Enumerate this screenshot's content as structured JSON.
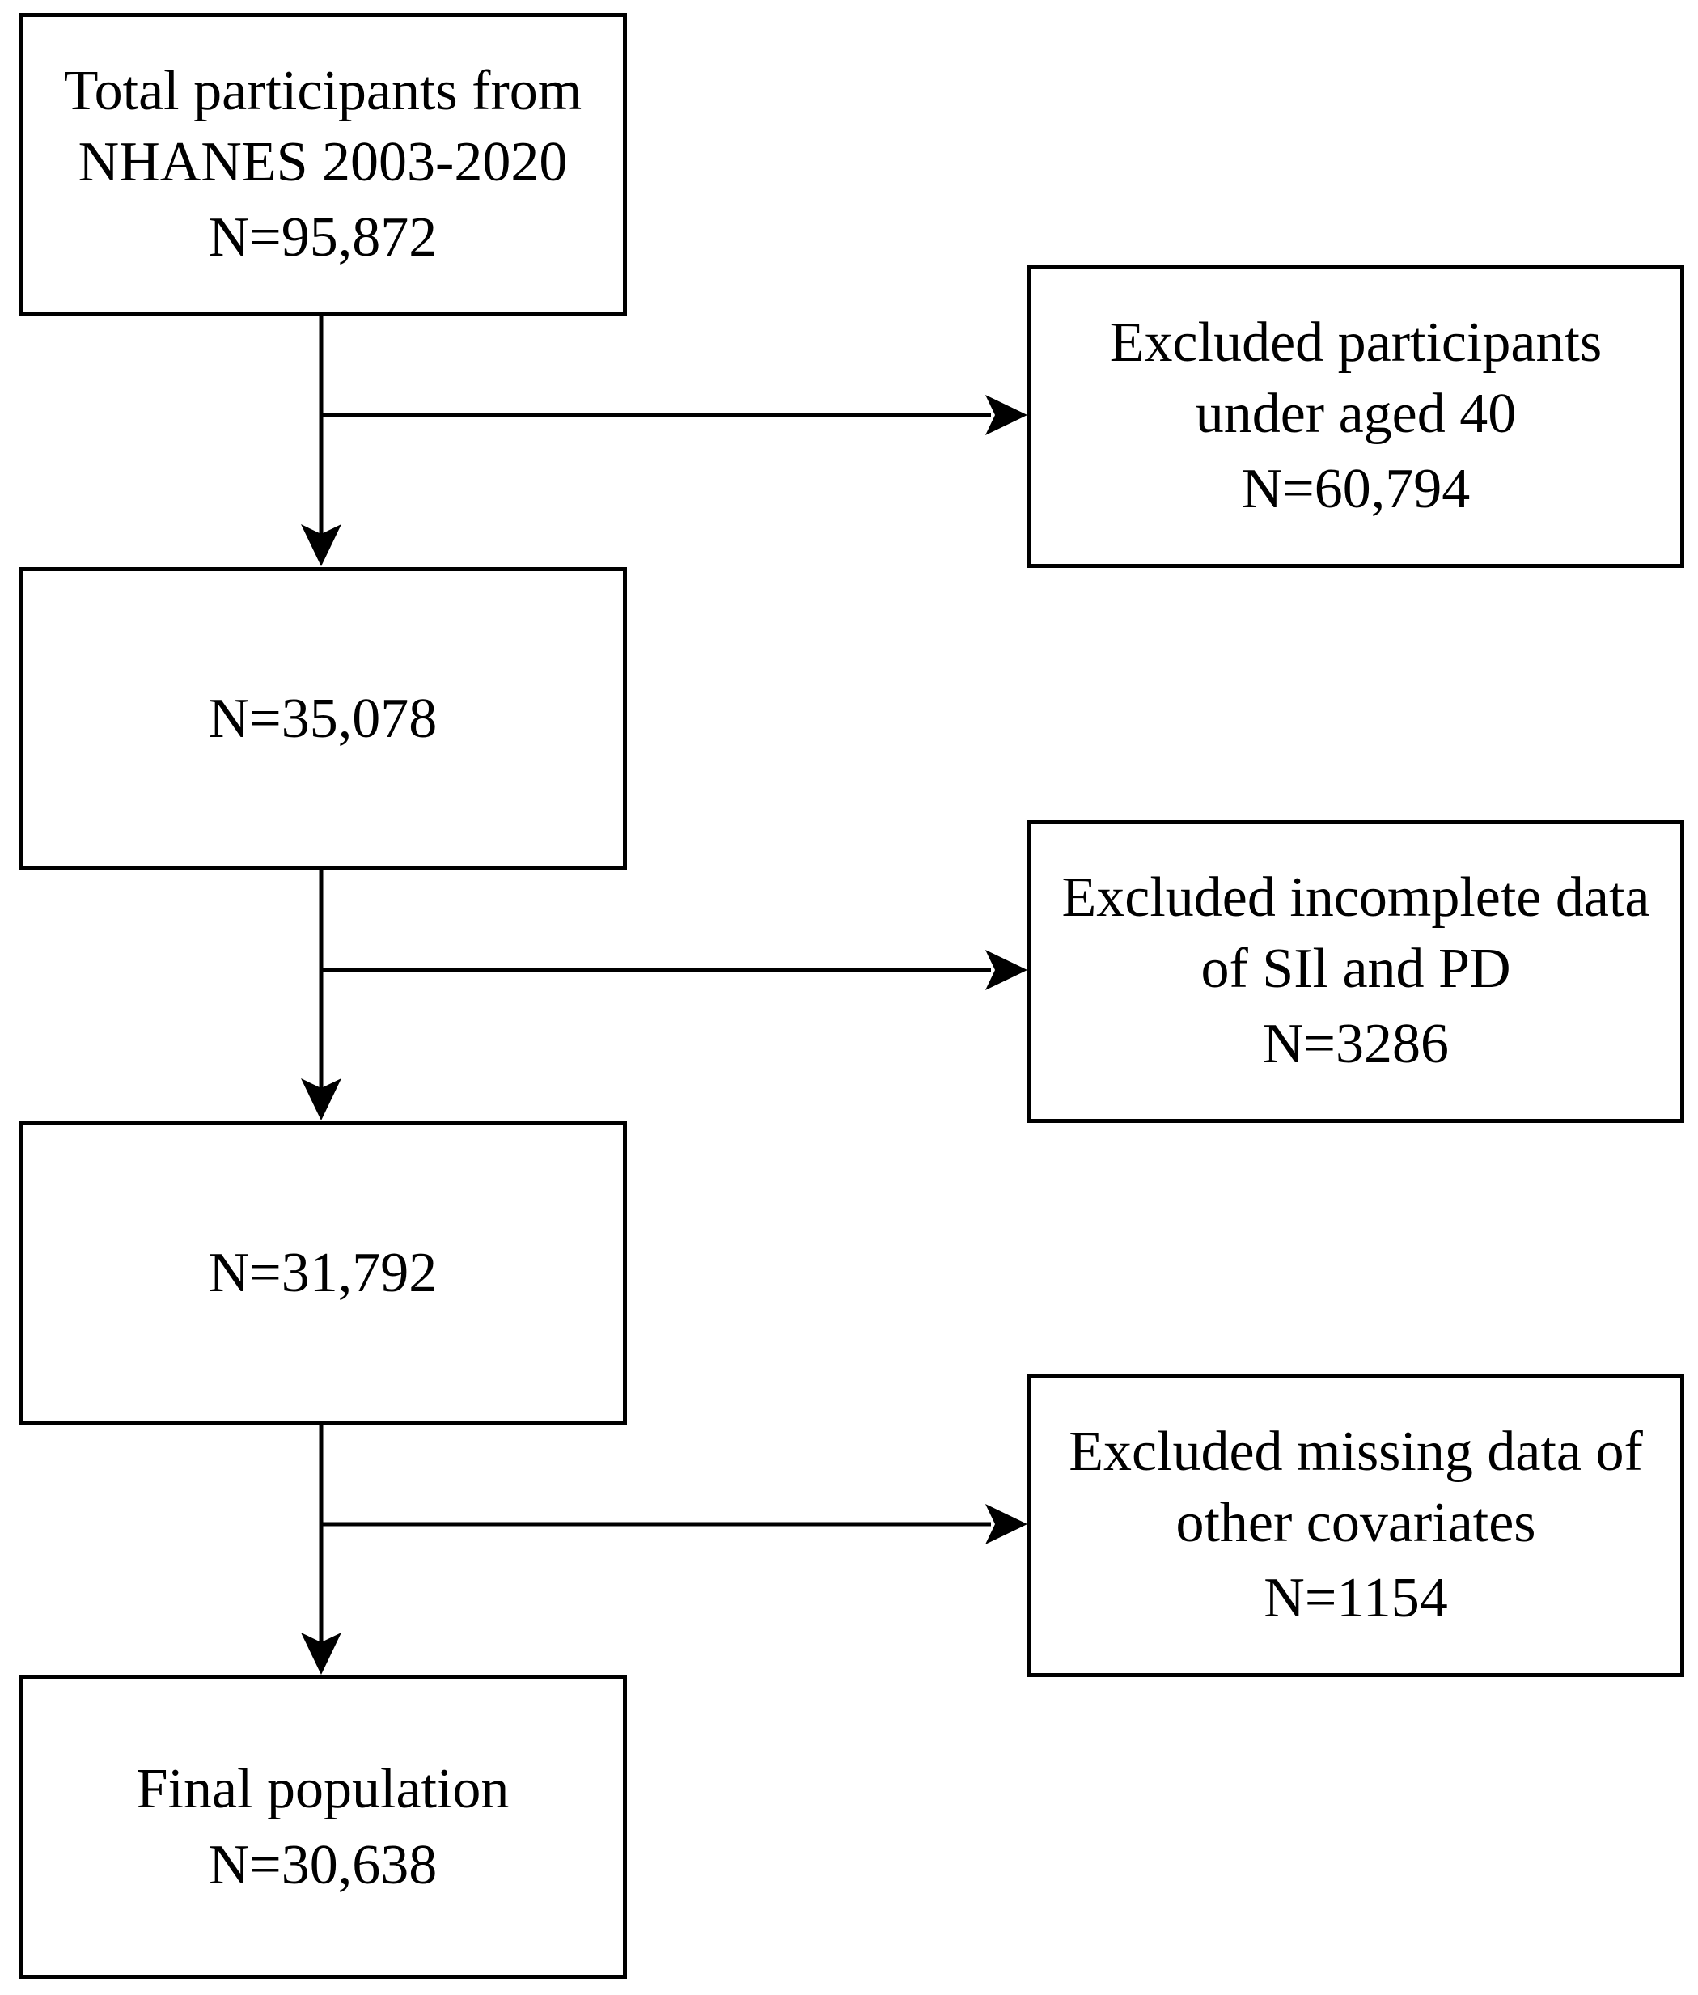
{
  "flowchart": {
    "main_boxes": [
      {
        "lines": [
          "Total participants from",
          "NHANES 2003-2020"
        ],
        "count": "N=95,872"
      },
      {
        "lines": [],
        "count": "N=35,078"
      },
      {
        "lines": [],
        "count": "N=31,792"
      },
      {
        "lines": [
          "Final population"
        ],
        "count": "N=30,638"
      }
    ],
    "exclusion_boxes": [
      {
        "lines": [
          "Excluded participants",
          "under aged 40"
        ],
        "count": "N=60,794"
      },
      {
        "lines": [
          "Excluded incomplete data",
          "of SIl and PD"
        ],
        "count": "N=3286"
      },
      {
        "lines": [
          "Excluded missing data of",
          "other covariates"
        ],
        "count": "N=1154"
      }
    ],
    "colors": {
      "line": "#000000",
      "box_fill": "#ffffff",
      "text": "#000000"
    }
  }
}
